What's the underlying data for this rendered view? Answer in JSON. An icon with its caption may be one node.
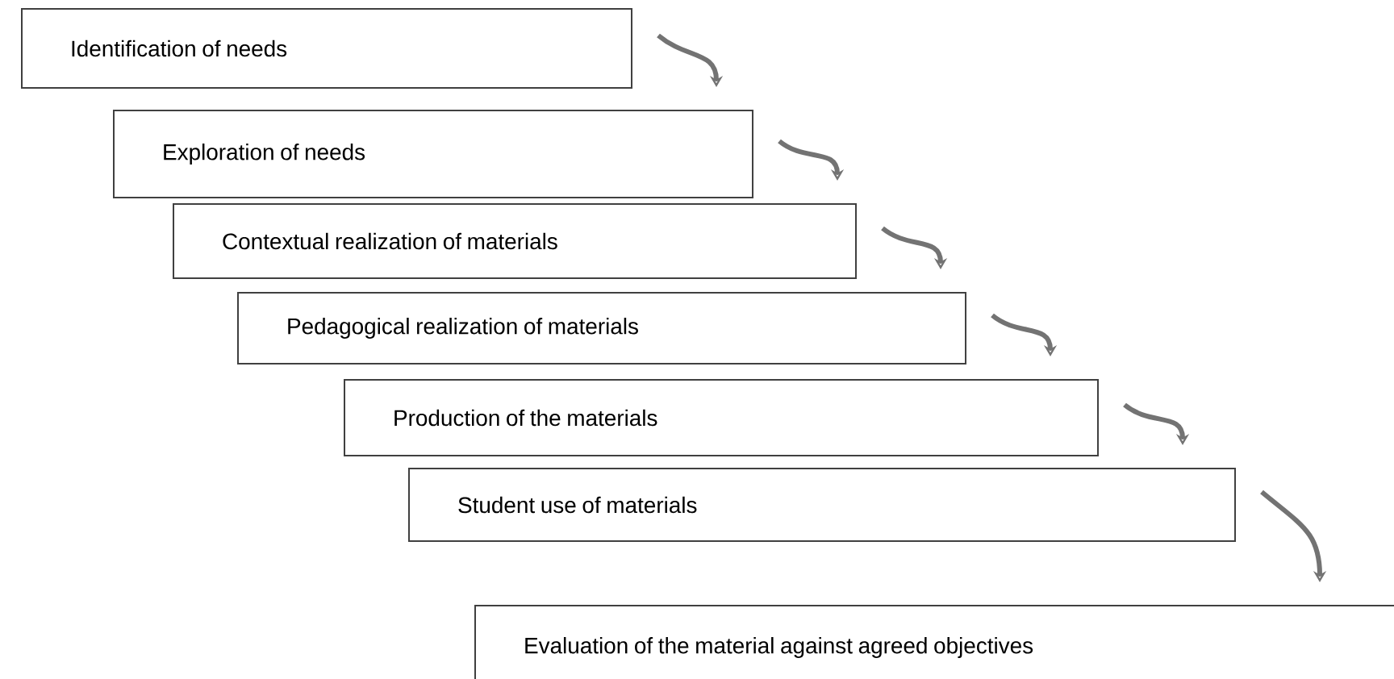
{
  "diagram": {
    "nodes": [
      {
        "text": [
          "Identification of needs"
        ]
      },
      {
        "text": [
          "Exploration of needs"
        ]
      },
      {
        "text": [
          "Contextual realization of materials"
        ]
      },
      {
        "text": [
          "Pedagogical realization of materials"
        ]
      },
      {
        "text": [
          "Production of the materials"
        ]
      },
      {
        "text": [
          "Student use of materials"
        ]
      },
      {
        "text": [
          "Evaluation of the material against agreed objectives"
        ]
      }
    ],
    "edges": [
      {
        "from": 0,
        "to": 1,
        "arrow": "to"
      },
      {
        "from": 1,
        "to": 2,
        "arrow": "to"
      },
      {
        "from": 2,
        "to": 3,
        "arrow": "to"
      },
      {
        "from": 3,
        "to": 4,
        "arrow": "to"
      },
      {
        "from": 4,
        "to": 5,
        "arrow": "to"
      },
      {
        "from": 5,
        "to": 6,
        "arrow": "to"
      }
    ]
  }
}
